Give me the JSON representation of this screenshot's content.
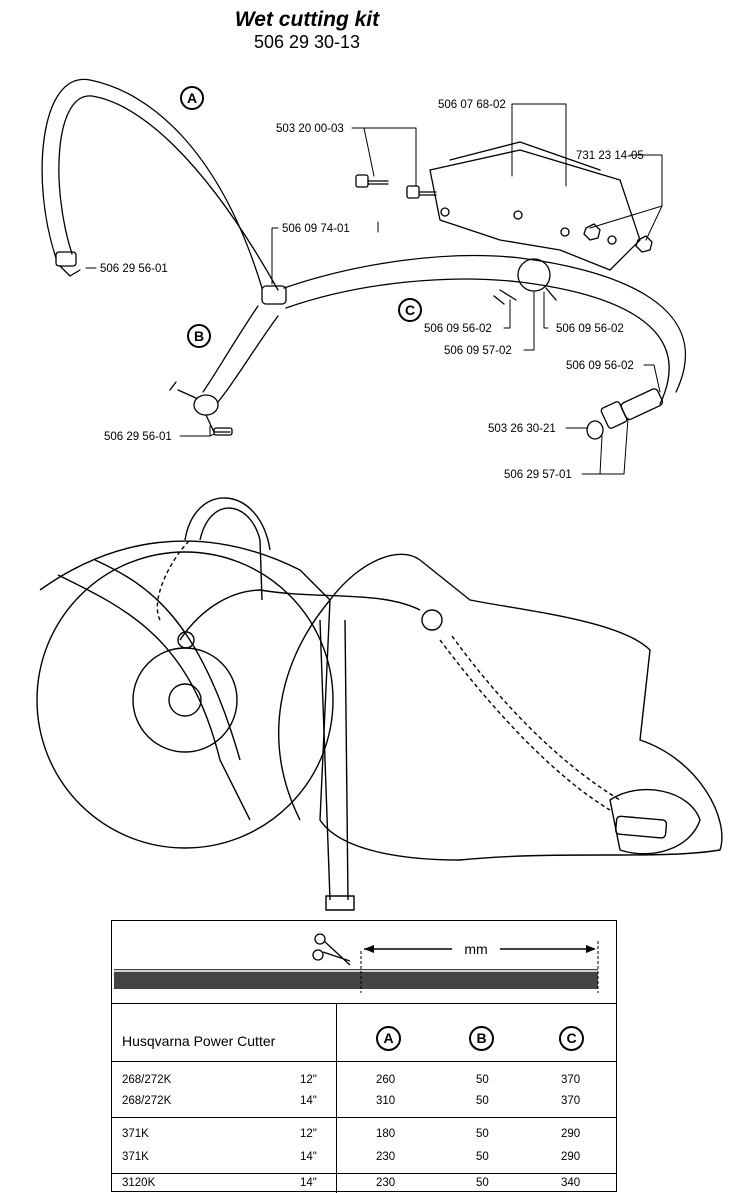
{
  "title": "Wet cutting kit",
  "part_number": "506 29 30-13",
  "callouts": {
    "a": "A",
    "b": "B",
    "c": "C"
  },
  "part_labels": {
    "p1": "506 07 68-02",
    "p2": "503 20 00-03",
    "p3": "731 23 14-05",
    "p4": "506 09 74-01",
    "p5": "506 29 56-01",
    "p6": "506 09 56-02",
    "p7": "506 09 56-02",
    "p8": "506 09 57-02",
    "p9": "506 09 56-02",
    "p10": "503 26 30-21",
    "p11": "506 29 56-01",
    "p12": "506 29 57-01"
  },
  "table": {
    "unit": "mm",
    "header": "Husqvarna Power Cutter",
    "col_a": "A",
    "col_b": "B",
    "col_c": "C",
    "rows": [
      {
        "model": "268/272K",
        "size": "12\"",
        "a": "260",
        "b": "50",
        "c": "370"
      },
      {
        "model": "268/272K",
        "size": "14\"",
        "a": "310",
        "b": "50",
        "c": "370"
      },
      {
        "model": "371K",
        "size": "12\"",
        "a": "180",
        "b": "50",
        "c": "290"
      },
      {
        "model": "371K",
        "size": "14\"",
        "a": "230",
        "b": "50",
        "c": "290"
      },
      {
        "model": "3120K",
        "size": "14\"",
        "a": "230",
        "b": "50",
        "c": "340"
      }
    ]
  }
}
